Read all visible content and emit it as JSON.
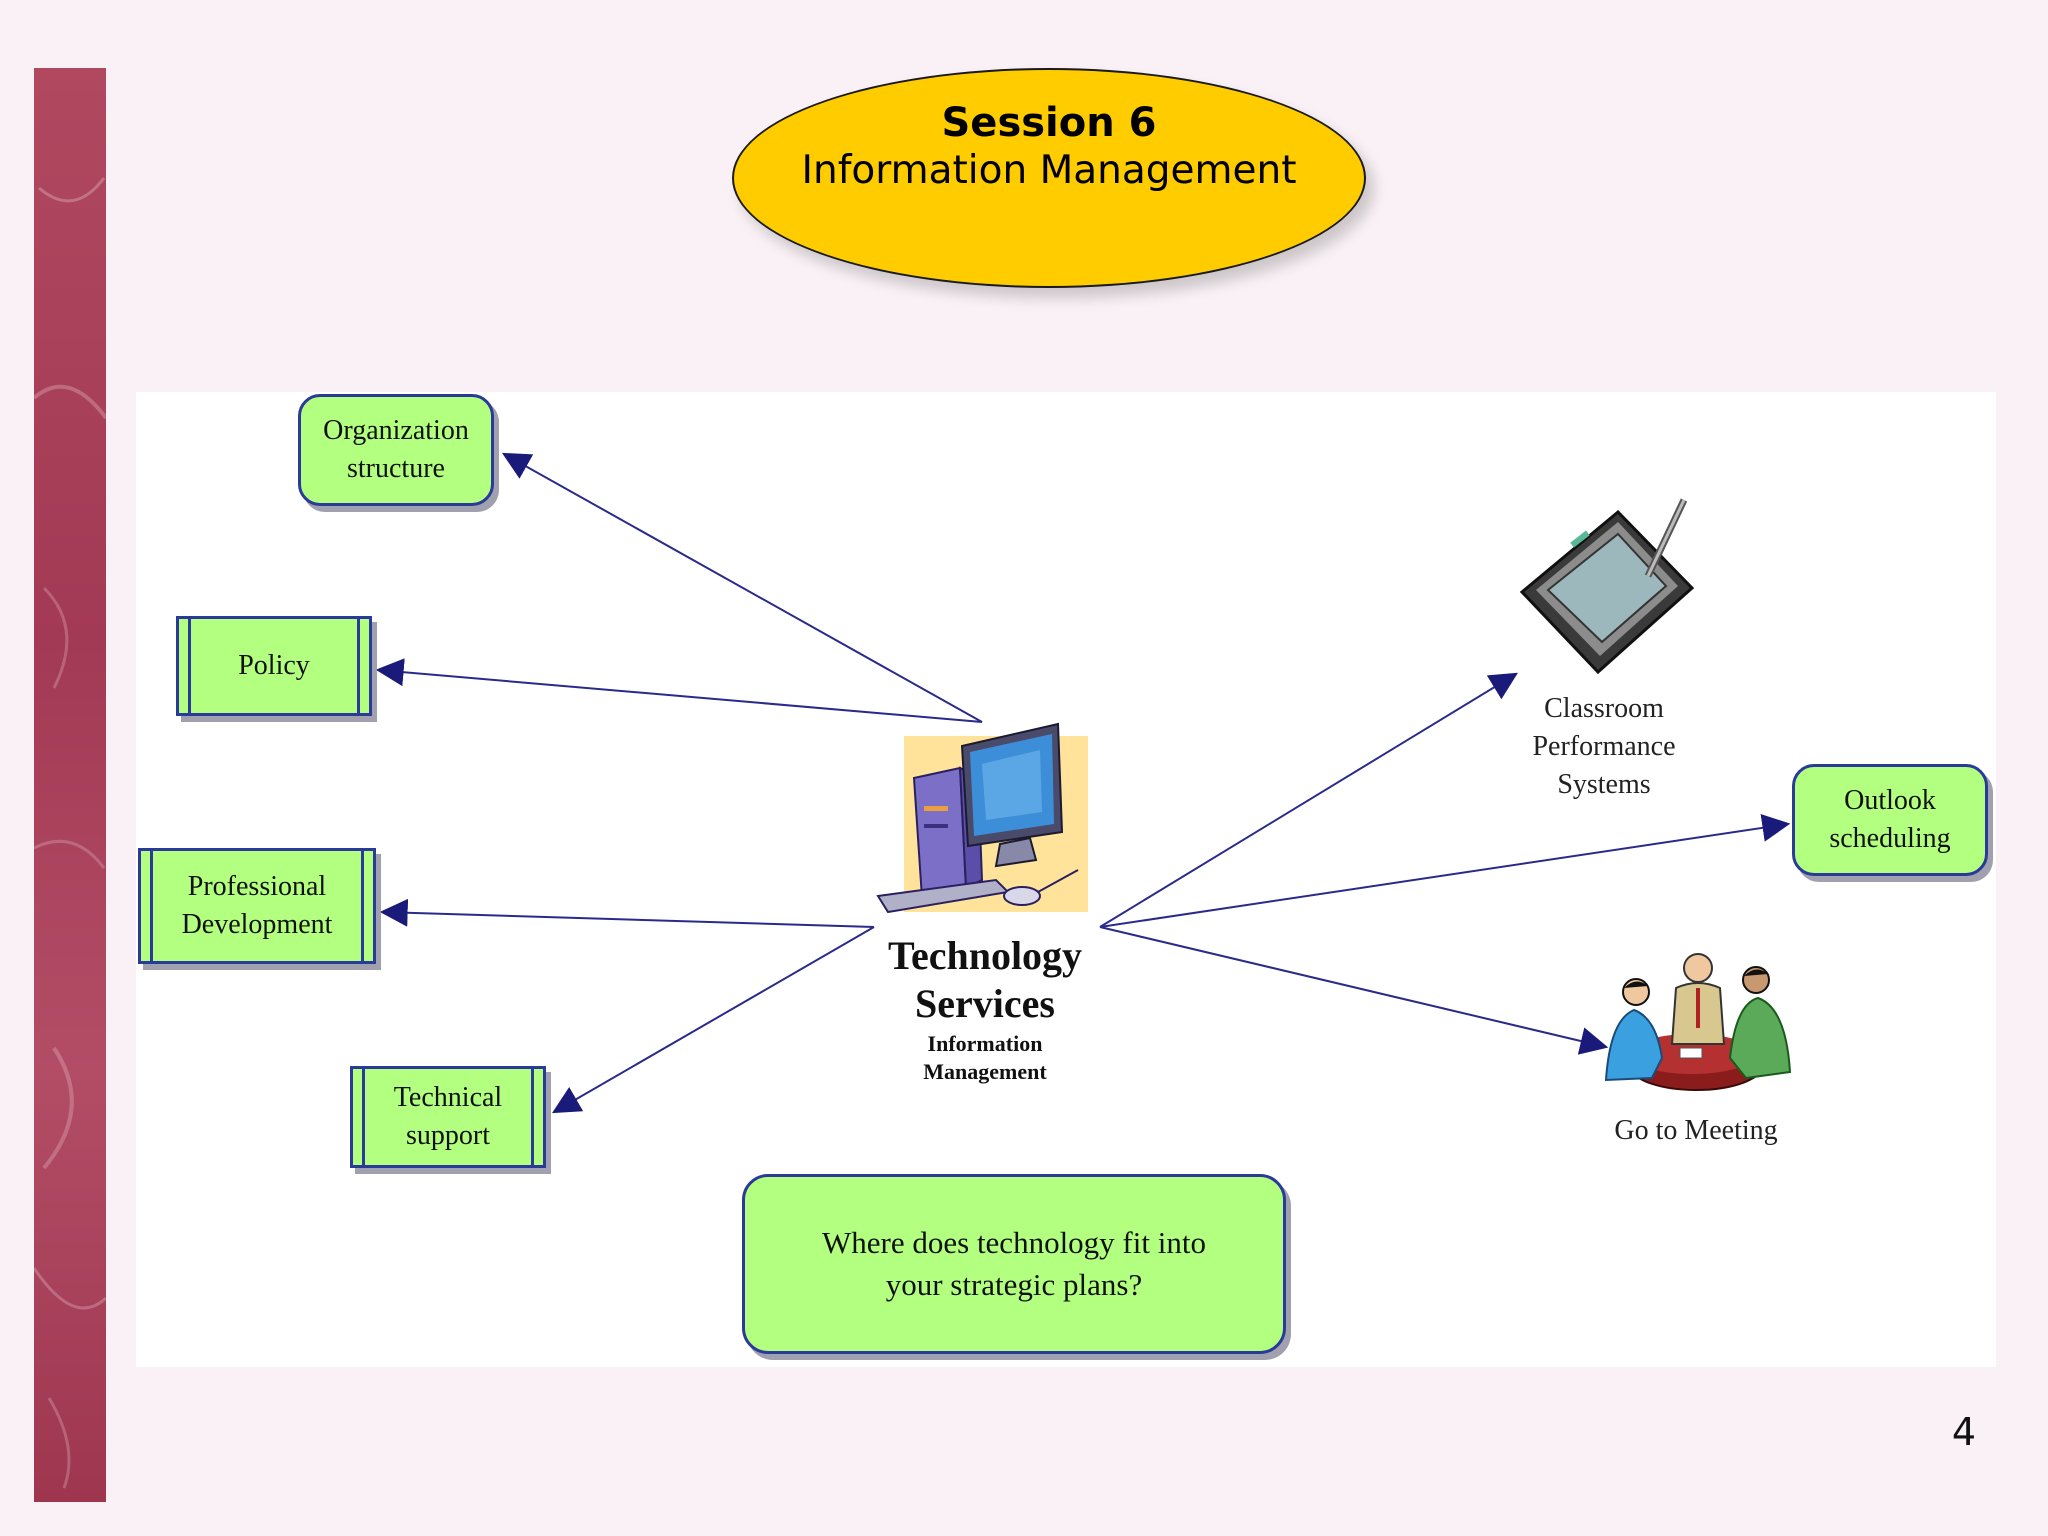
{
  "title": {
    "session": "Session 6",
    "subtitle": "Information Management"
  },
  "center": {
    "title_line1": "Technology",
    "title_line2": "Services",
    "sub_line1": "Information",
    "sub_line2": "Management"
  },
  "nodes": {
    "organization_line1": "Organization",
    "organization_line2": "structure",
    "policy": "Policy",
    "professional_line1": "Professional",
    "professional_line2": "Development",
    "technical_line1": "Technical",
    "technical_line2": "support",
    "outlook_line1": "Outlook",
    "outlook_line2": "scheduling"
  },
  "labels": {
    "classroom_line1": "Classroom",
    "classroom_line2": "Performance",
    "classroom_line3": "Systems",
    "meeting": "Go to Meeting"
  },
  "question": {
    "line1": "Where does technology fit into",
    "line2": "your strategic plans?"
  },
  "page_number": "4",
  "colors": {
    "node_fill": "#b3ff80",
    "node_border": "#2a3a9a",
    "title_fill": "#ffcc00",
    "side_bar": "#a83e58",
    "arrow": "#1a1a7a"
  }
}
